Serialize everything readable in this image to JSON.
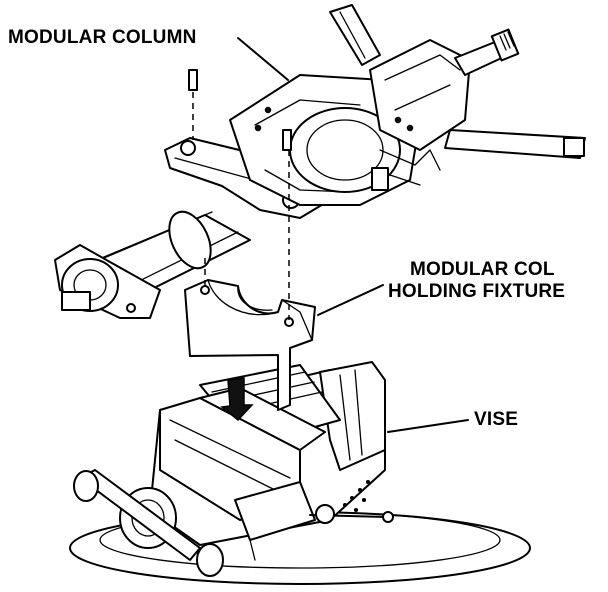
{
  "labels": {
    "modular_column": "MODULAR COLUMN",
    "holding_fixture_line1": "MODULAR COL",
    "holding_fixture_line2": "HOLDING FIXTURE",
    "vise": "VISE"
  }
}
